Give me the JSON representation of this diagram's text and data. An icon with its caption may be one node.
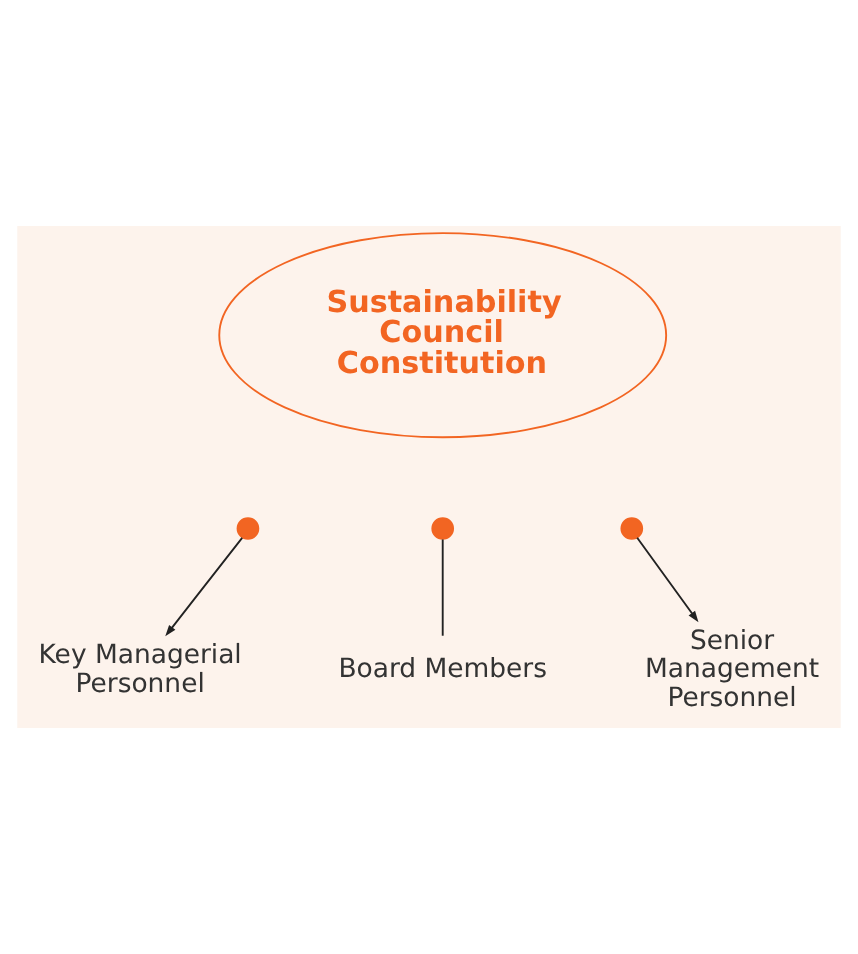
{
  "diagram": {
    "nodes": [
      {
        "text": [
          "Sustainability Council Constitution"
        ]
      },
      {
        "text": [],
        "shape": "circle"
      },
      {
        "text": [],
        "shape": "circle"
      },
      {
        "text": [],
        "shape": "circle"
      },
      {
        "text": [
          "Board Members"
        ]
      },
      {
        "text": [
          "Key Managerial Personnel"
        ]
      },
      {
        "text": [
          "Senior Management Personnel"
        ]
      }
    ],
    "edges": [
      {
        "from": 1,
        "to": 5,
        "arrow": "to"
      },
      {
        "from": 2,
        "to": 4,
        "arrow": "none"
      },
      {
        "from": 3,
        "to": 6,
        "arrow": "to"
      }
    ]
  }
}
